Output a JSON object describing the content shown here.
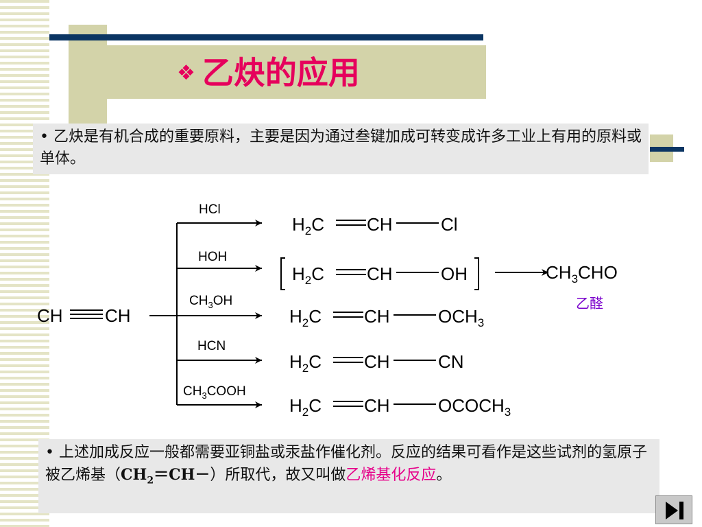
{
  "slide": {
    "title": "乙炔的应用",
    "title_icon": "four-diamond-bullet-icon"
  },
  "paragraph1": {
    "bullet": "•",
    "text": "乙炔是有机合成的重要原料，主要是因为通过叁键加成可转变成许多工业上有用的原料或单体。"
  },
  "scheme": {
    "reactant": {
      "left": "CH",
      "right": "CH"
    },
    "reagents": [
      "HCl",
      "HOH",
      "CH3OH",
      "HCN",
      "CH3COOH"
    ],
    "products": [
      {
        "left": "H2C",
        "mid": "CH",
        "right": "Cl"
      },
      {
        "left": "H2C",
        "mid": "CH",
        "right": "OH"
      },
      {
        "left": "H2C",
        "mid": "CH",
        "right": "OCH3"
      },
      {
        "left": "H2C",
        "mid": "CH",
        "right": "CN"
      },
      {
        "left": "H2C",
        "mid": "CH",
        "right": "OCOCH3"
      }
    ],
    "rearranged_product": "CH3CHO",
    "rearranged_name": "乙醛",
    "rearranged_name_color": "#7a00cc"
  },
  "paragraph2": {
    "bullet": "•",
    "text_before": "上述加成反应一般都需要亚铜盐或汞盐作催化剂。反应的结果可看作是这些试剂的氢原子被乙烯基（",
    "formula": "CH2＝CH－",
    "text_middle": "）所取代，故又叫做",
    "highlight": "乙烯基化反应",
    "text_after": "。",
    "highlight_color": "#e6008a"
  },
  "nav": {
    "icon": "skip-forward-icon"
  },
  "colors": {
    "title": "#e6005c",
    "accent_navy": "#0b3563",
    "accent_olive": "#d3d3a9",
    "text_box_bg": "#e8e8e8"
  }
}
